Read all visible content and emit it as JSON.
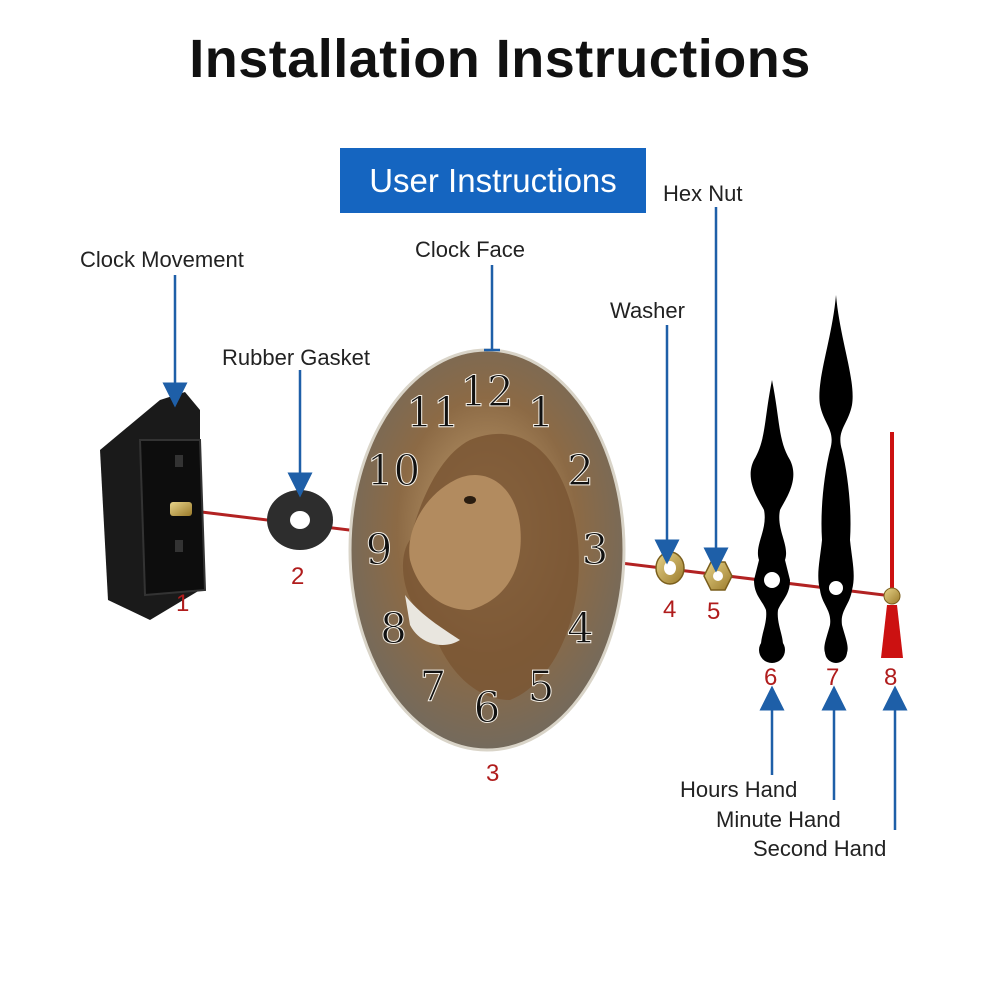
{
  "title": "Installation Instructions",
  "banner": "User Instructions",
  "parts": [
    {
      "name": "Clock Movement",
      "number": "1"
    },
    {
      "name": "Rubber Gasket",
      "number": "2"
    },
    {
      "name": "Clock Face",
      "number": "3"
    },
    {
      "name": "Washer",
      "number": "4"
    },
    {
      "name": "Hex Nut",
      "number": "5"
    },
    {
      "name": "Hours Hand",
      "number": "6"
    },
    {
      "name": "Minute Hand",
      "number": "7"
    },
    {
      "name": "Second Hand",
      "number": "8"
    }
  ],
  "clock_numerals": [
    "12",
    "1",
    "2",
    "3",
    "4",
    "5",
    "6",
    "7",
    "8",
    "9",
    "10",
    "11"
  ],
  "colors": {
    "banner": "#1565c0",
    "arrow": "#1e5fa8",
    "axis_line": "#b22222",
    "part_number": "#b01c1c",
    "second_hand": "#cc1111"
  }
}
